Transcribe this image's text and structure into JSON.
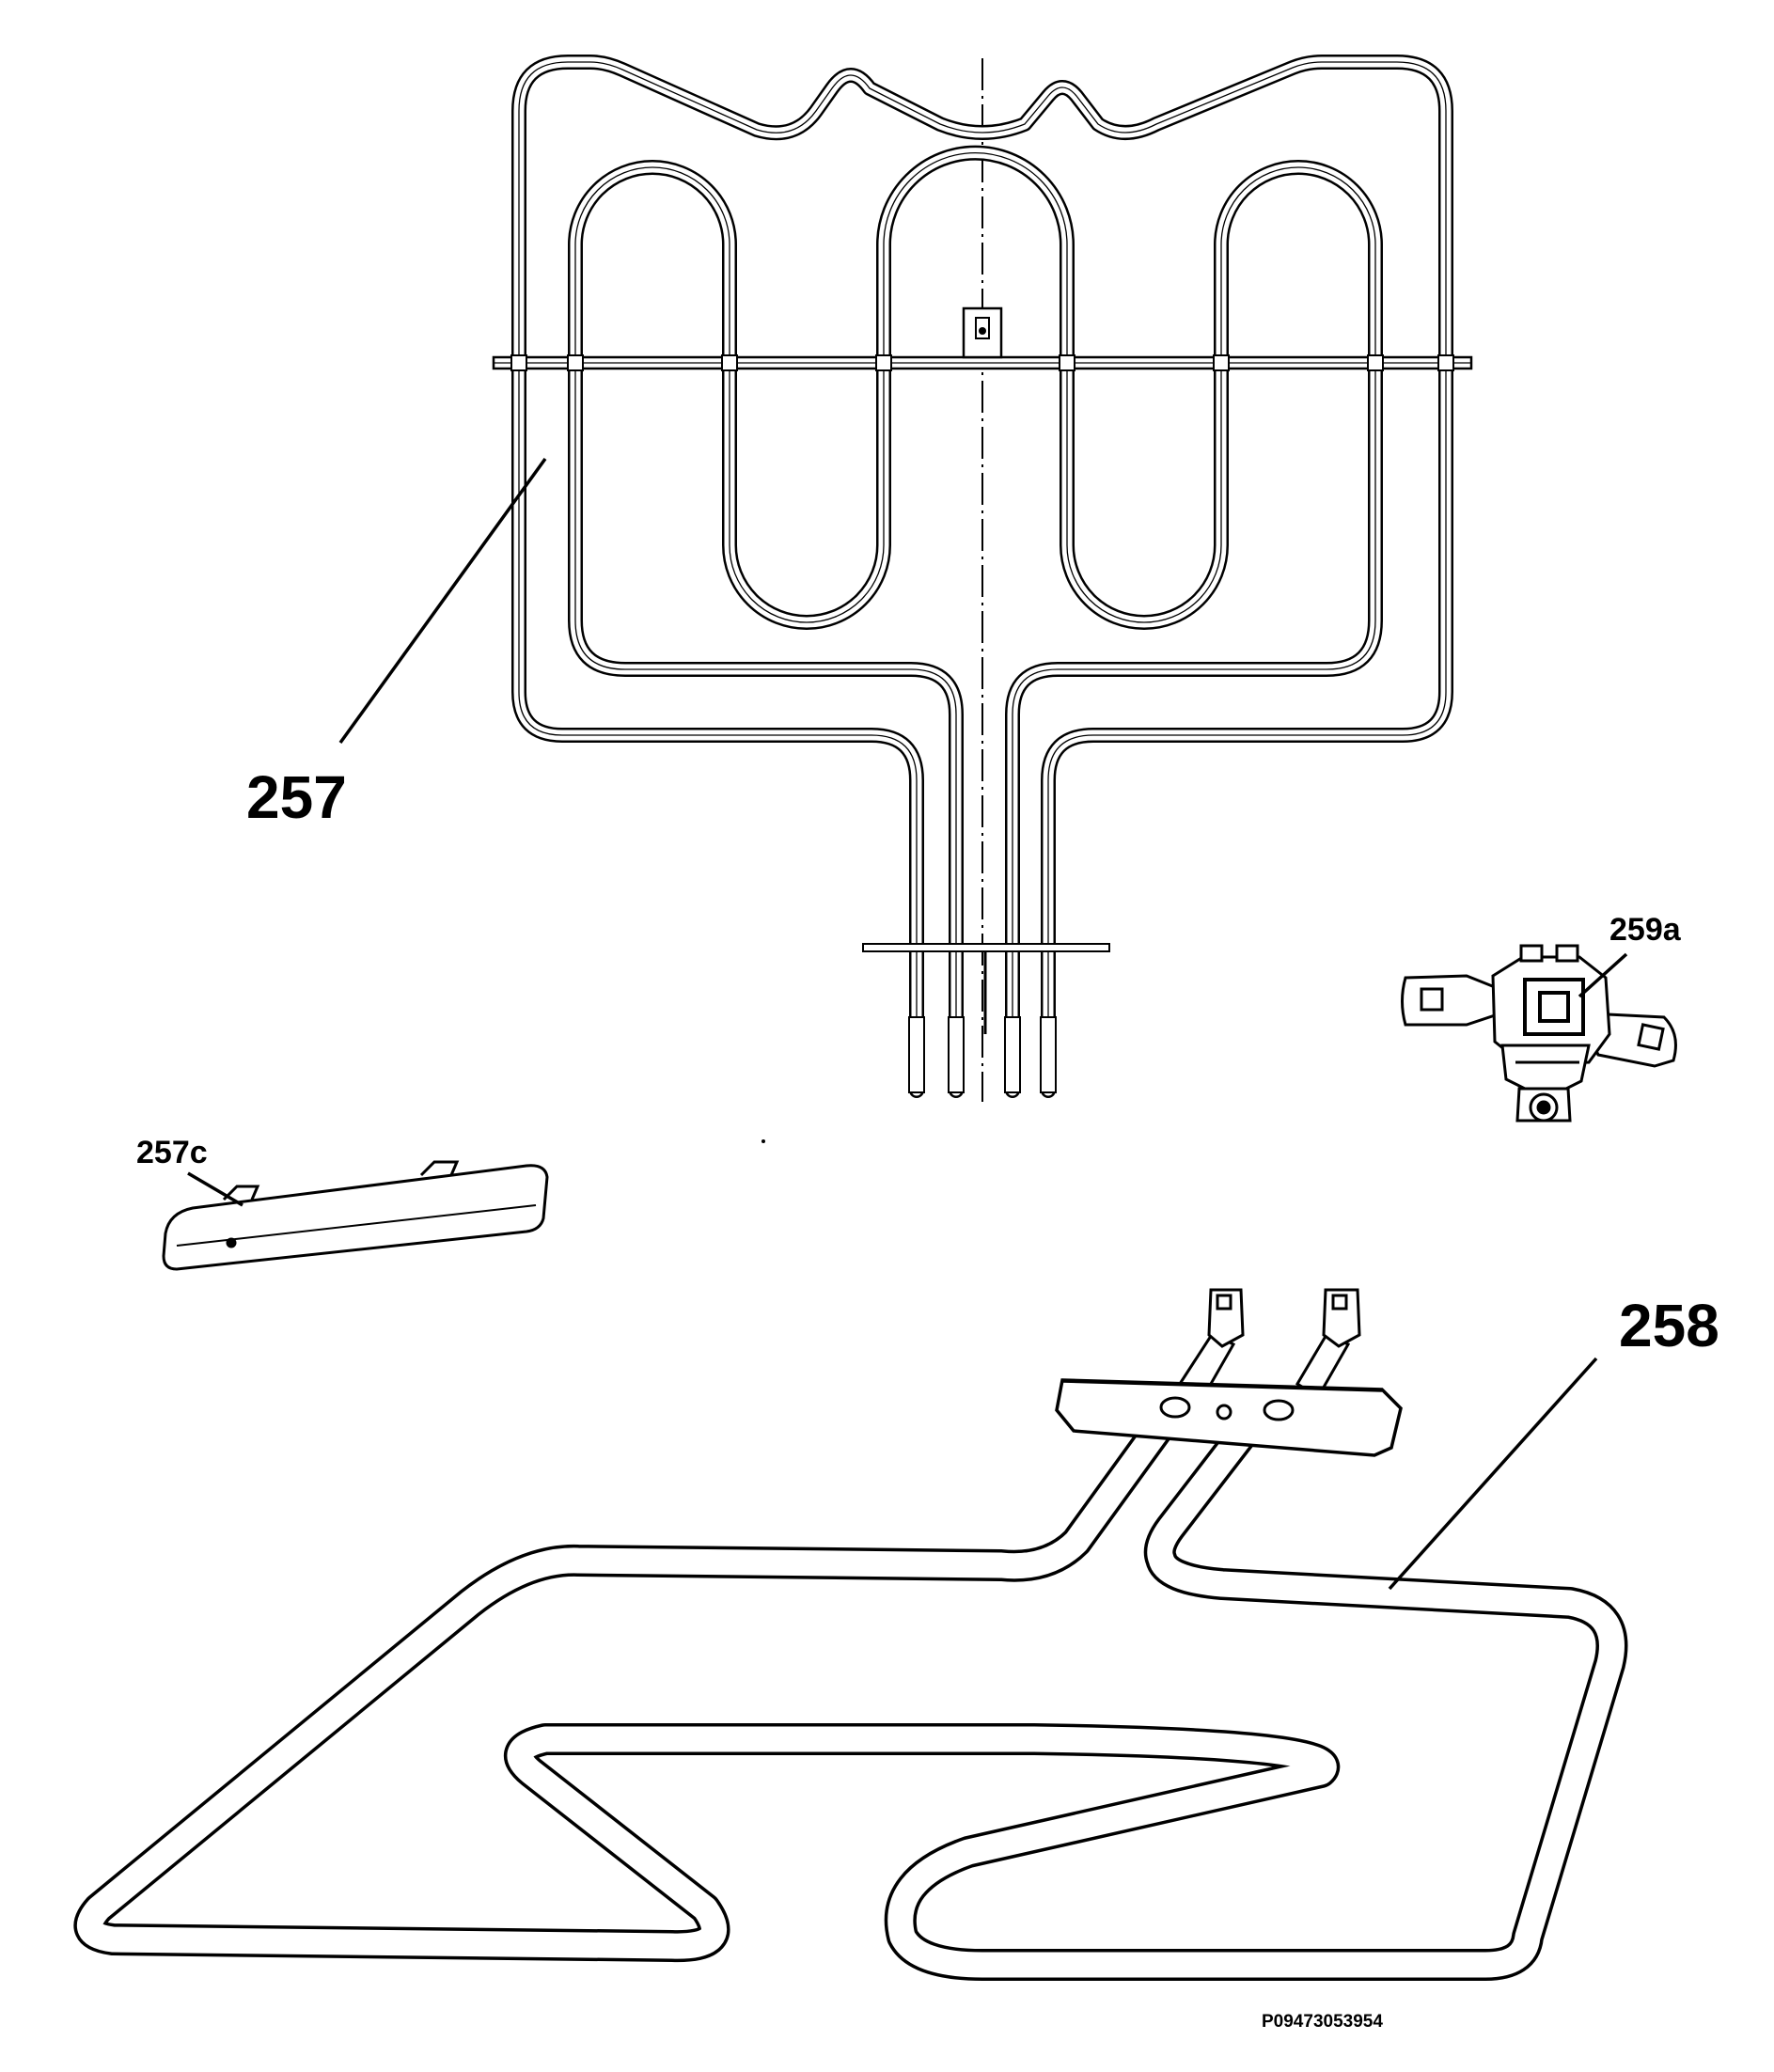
{
  "labels": {
    "part_257": "257",
    "part_257c": "257c",
    "part_258": "258",
    "part_259a": "259a"
  },
  "drawing_code": "P09473053954",
  "colors": {
    "line": "#000000",
    "background": "#ffffff"
  }
}
